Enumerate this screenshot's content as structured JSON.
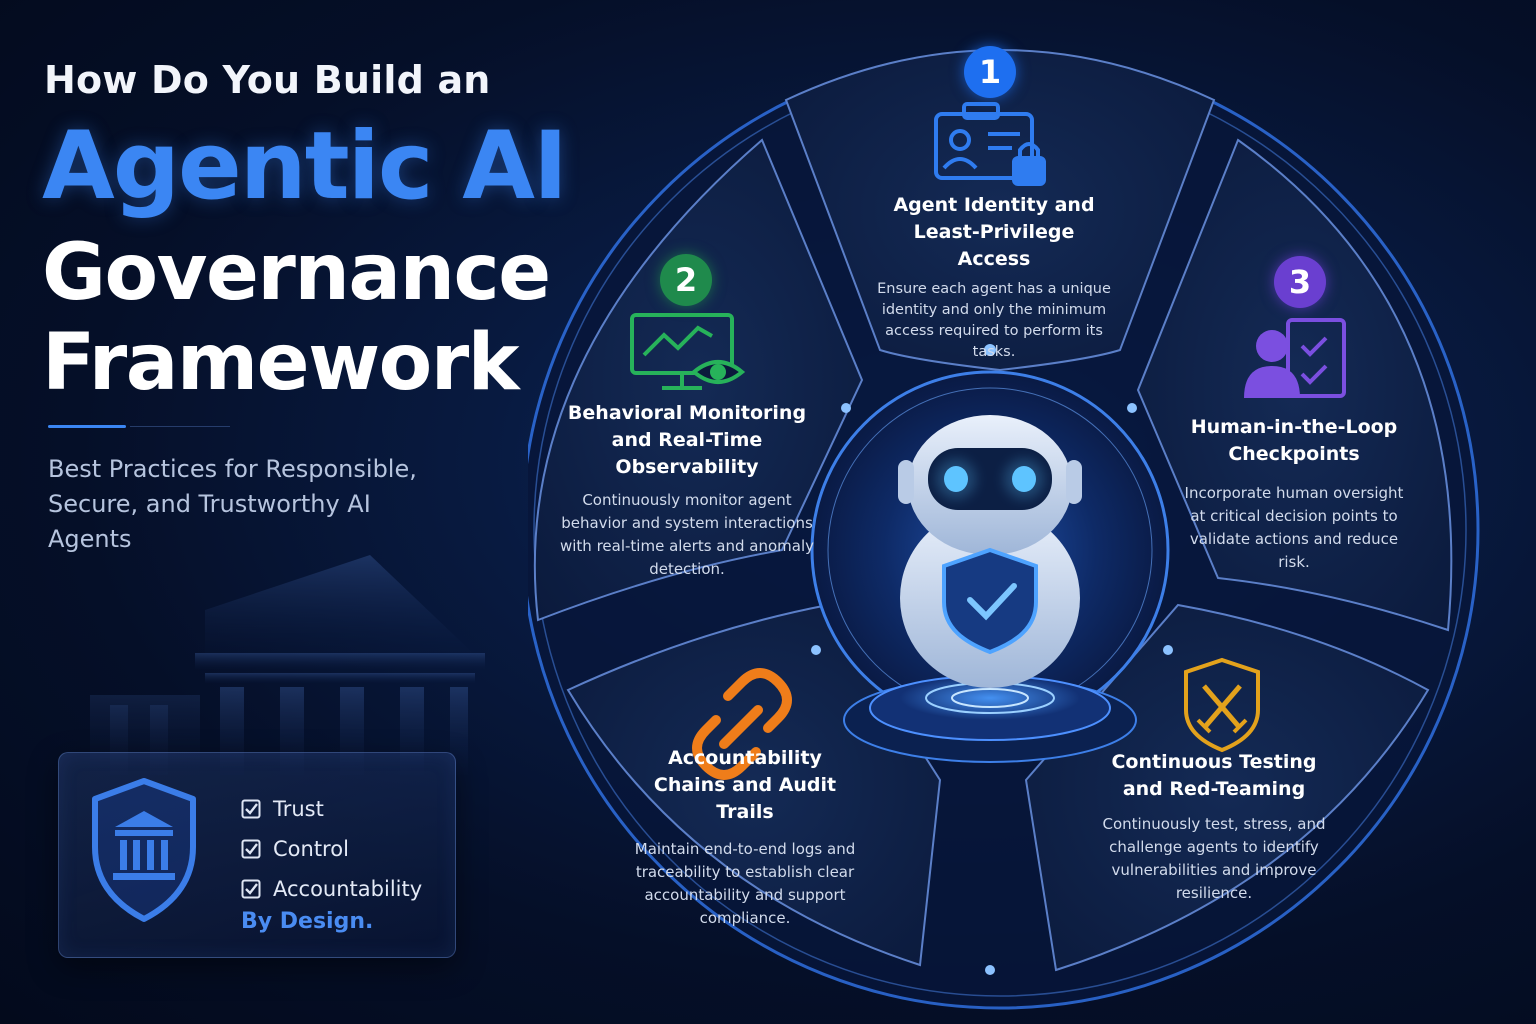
{
  "title": {
    "line1": "How Do You Build an",
    "line2": "Agentic AI",
    "line3": "Governance",
    "line4": "Framework"
  },
  "subtitle": "Best Practices for Responsible, Secure, and Trustworthy AI Agents",
  "card": {
    "items": [
      "Trust",
      "Control",
      "Accountability"
    ],
    "tagline": "By Design."
  },
  "segments": [
    {
      "number": "1",
      "icon": "id-card-lock-icon",
      "title": "Agent Identity and Least-Privilege Access",
      "description": "Ensure each agent has a unique identity and only the minimum access required to perform its tasks.",
      "color": "#1e6ff0"
    },
    {
      "number": "2",
      "icon": "monitor-eye-icon",
      "title": "Behavioral Monitoring and Real-Time Observability",
      "description": "Continuously monitor agent behavior and system interactions with real-time alerts and anomaly detection.",
      "color": "#1f8a4c"
    },
    {
      "number": "3",
      "icon": "person-checklist-icon",
      "title": "Human-in-the-Loop Checkpoints",
      "description": "Incorporate human oversight at critical decision points to validate actions and reduce risk.",
      "color": "#6a3fd0"
    },
    {
      "number": "",
      "icon": "chain-link-icon",
      "title": "Accountability Chains and Audit Trails",
      "description": "Maintain end-to-end logs and traceability to establish clear accountability and support compliance.",
      "color": "#ef7d1a"
    },
    {
      "number": "",
      "icon": "shield-swords-icon",
      "title": "Continuous Testing and Red-Teaming",
      "description": "Continuously test, stress, and challenge agents to identify vulnerabilities and improve resilience.",
      "color": "#e3a21c"
    }
  ],
  "center": {
    "icon": "robot-shield-icon",
    "accent": "#3b86f3"
  }
}
